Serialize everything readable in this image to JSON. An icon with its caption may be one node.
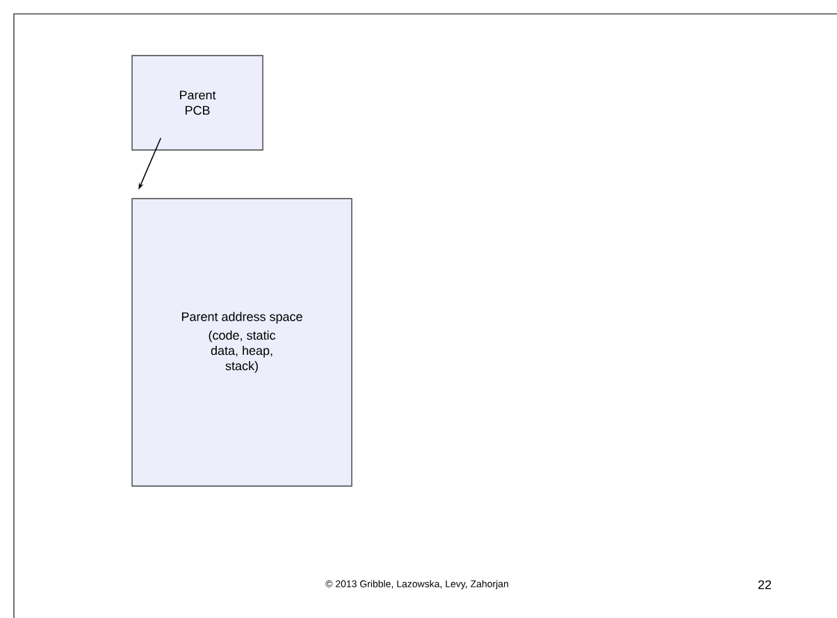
{
  "diagram": {
    "nodes": [
      {
        "text": [
          "Parent PCB"
        ]
      },
      {
        "text": [
          "Parent address space",
          "(code, static data, heap, stack)"
        ]
      }
    ],
    "edges": [
      {
        "from": 0,
        "to": 1,
        "arrow": "to"
      }
    ],
    "labels": [
      "© 2013 Gribble, Lazowska, Levy, Zahorjan",
      "22"
    ]
  }
}
